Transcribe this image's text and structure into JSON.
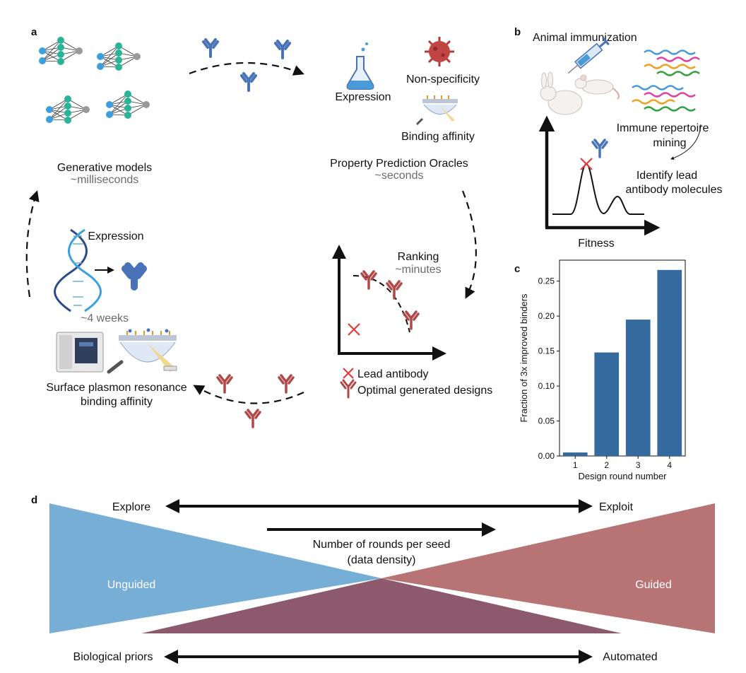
{
  "panel_letters": {
    "a": "a",
    "b": "b",
    "c": "c",
    "d": "d"
  },
  "panel_a": {
    "generative_title": "Generative models",
    "generative_time": "~milliseconds",
    "oracles_title": "Property Prediction Oracles",
    "oracles_time": "~seconds",
    "expression_oracle": "Expression",
    "nonspecificity": "Non-specificity",
    "binding_affinity": "Binding affinity",
    "ranking": "Ranking",
    "ranking_time": "~minutes",
    "legend_lead": "Lead antibody",
    "legend_designs": "Optimal generated designs",
    "lab_expression": "Expression",
    "lab_time": "~4 weeks",
    "spr_line1": "Surface plasmon resonance",
    "spr_line2": "binding affinity"
  },
  "panel_b": {
    "immunization": "Animal immunization",
    "repertoire_line1": "Immune repertoire",
    "repertoire_line2": "mining",
    "lead_line1": "Identify lead",
    "lead_line2": "antibody molecules",
    "xlabel": "Fitness"
  },
  "panel_d": {
    "explore": "Explore",
    "exploit": "Exploit",
    "rounds_line1": "Number of rounds per seed",
    "rounds_line2": "(data density)",
    "unguided": "Unguided",
    "guided": "Guided",
    "bio_priors": "Biological priors",
    "automated": "Automated"
  },
  "colors": {
    "antibody_blue": "#4a72b8",
    "antibody_red": "#b04848",
    "bar": "#356a9e",
    "unguided": "#76aed6",
    "guided": "#b87474",
    "overlap": "#8c5a6c",
    "lead_x": "#e03c3c",
    "node_blue": "#3aa0e0",
    "node_teal": "#2bb39a",
    "node_gray": "#9a9a9a"
  },
  "chart_data": {
    "type": "bar",
    "categories": [
      "1",
      "2",
      "3",
      "4"
    ],
    "values": [
      0.005,
      0.148,
      0.195,
      0.266
    ],
    "title": "",
    "xlabel": "Design round number",
    "ylabel": "Fraction of 3x improved binders",
    "ylim": [
      0,
      0.28
    ],
    "yticks": [
      "0.00",
      "0.05",
      "0.10",
      "0.15",
      "0.20",
      "0.25"
    ],
    "grid": false
  }
}
